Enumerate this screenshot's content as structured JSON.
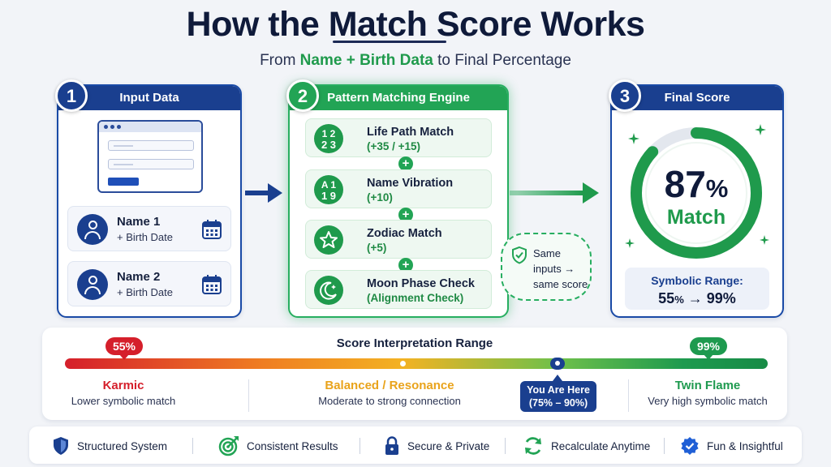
{
  "header": {
    "title": "How the Match Score Works",
    "subtitle_prefix": "From",
    "subtitle_highlight": "Name + Birth Data",
    "subtitle_suffix": "to Final Percentage"
  },
  "step1": {
    "number": "1",
    "title": "Input Data",
    "cards": [
      {
        "name": "Name 1",
        "detail": "+ Birth Date"
      },
      {
        "name": "Name 2",
        "detail": "+ Birth Date"
      }
    ]
  },
  "step2": {
    "number": "2",
    "title": "Pattern Matching Engine",
    "plus": "+",
    "items": [
      {
        "title": "Life Path Match",
        "detail": "(+35 / +15)",
        "icon": "numbers-icon",
        "glyph_a": "1 2",
        "glyph_b": "2 3"
      },
      {
        "title": "Name Vibration",
        "detail": "(+10)",
        "icon": "letters-icon",
        "glyph_a": "A 1",
        "glyph_b": "1 9"
      },
      {
        "title": "Zodiac Match",
        "detail": "(+5)",
        "icon": "star-icon"
      },
      {
        "title": "Moon Phase Check",
        "detail": "(Alignment Check)",
        "icon": "moon-icon"
      }
    ],
    "note_line1": "Same",
    "note_line2": "inputs →",
    "note_line3": "same score"
  },
  "step3": {
    "number": "3",
    "title": "Final Score",
    "score": "87",
    "score_unit": "%",
    "score_value": 87,
    "score_label": "Match",
    "range_title": "Symbolic Range:",
    "range_low": "55",
    "range_low_unit": "%",
    "range_arrow": " → ",
    "range_high": "99%"
  },
  "interpretation": {
    "title": "Score Interpretation Range",
    "low_badge": "55%",
    "high_badge": "99%",
    "categories": [
      {
        "title": "Karmic",
        "detail": "Lower symbolic match",
        "color": "#d51f2b"
      },
      {
        "title": "Balanced / Resonance",
        "detail": "Moderate to strong connection",
        "color": "#e9a31b"
      },
      {
        "title": "Twin Flame",
        "detail": "Very high symbolic match",
        "color": "#1e9a4f"
      }
    ],
    "marker_line1": "You Are Here",
    "marker_line2": "(75% – 90%)"
  },
  "features": [
    {
      "label": "Structured System",
      "icon": "shield-icon"
    },
    {
      "label": "Consistent Results",
      "icon": "target-icon"
    },
    {
      "label": "Secure & Private",
      "icon": "lock-icon"
    },
    {
      "label": "Recalculate Anytime",
      "icon": "refresh-icon"
    },
    {
      "label": "Fun & Insightful",
      "icon": "verified-badge-icon"
    }
  ],
  "colors": {
    "navy": "#1a3f8f",
    "green": "#22a455",
    "red": "#d51f2b",
    "orange": "#ef7d22"
  }
}
